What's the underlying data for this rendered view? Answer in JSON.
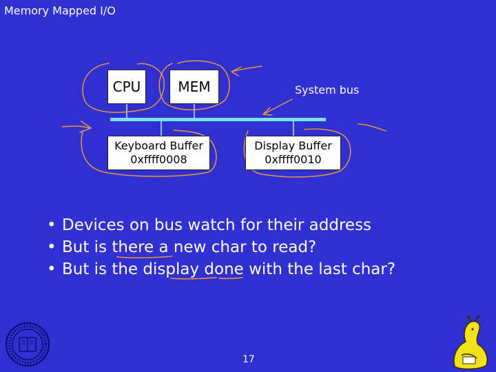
{
  "title": "Memory Mapped I/O",
  "diagram": {
    "cpu_label": "CPU",
    "mem_label": "MEM",
    "system_bus_label": "System bus",
    "keyboard_buffer": {
      "name": "Keyboard Buffer",
      "address": "0xffff0008"
    },
    "display_buffer": {
      "name": "Display Buffer",
      "address": "0xffff0010"
    },
    "bus_color": "#7fe0ff",
    "annotation_color": "#e89a3a"
  },
  "bullets": [
    "Devices on bus watch for their address",
    "But is there a new char to read?",
    "But is the display done with the last char?"
  ],
  "page_number": "17",
  "icons": {
    "seal": "university-seal-icon",
    "mascot": "banana-slug-mascot-icon"
  }
}
